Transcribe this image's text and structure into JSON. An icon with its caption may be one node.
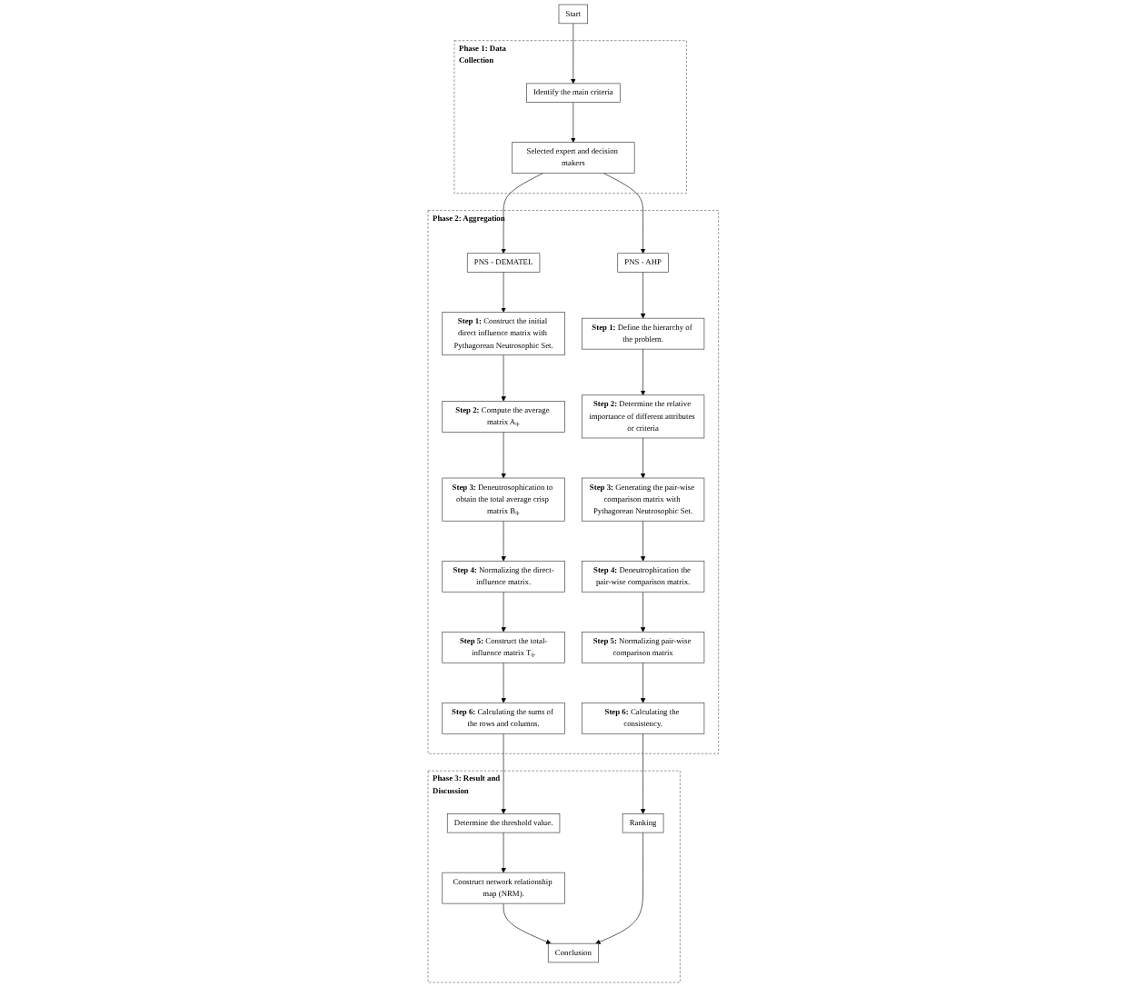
{
  "diagram": {
    "nodes": [
      {
        "text": [
          "Start"
        ]
      },
      {
        "text": [
          "Phase 1: Data Collection"
        ]
      },
      {
        "text": [
          "Identify the main criteria"
        ],
        "in": 1
      },
      {
        "text": [
          "Selected expert and decision makers"
        ],
        "in": 1
      },
      {
        "text": [
          "Phase 2: Aggregation"
        ]
      },
      {
        "text": [
          "PNS - DEMATEL"
        ],
        "in": 4
      },
      {
        "text": [
          "PNS - AHP"
        ],
        "in": 4
      },
      {
        "text": [
          "**Step 1:** Construct the initial direct influence matrix with Pythagorean Neutrosophic Set."
        ],
        "in": 4
      },
      {
        "text": [
          "**Step 2:** Compute the average matrix Aᵢⱼ."
        ],
        "in": 4
      },
      {
        "text": [
          "**Step 3:** Deneutrosophication to obtain the total average crisp matrix Bᵢⱼ."
        ],
        "in": 4
      },
      {
        "text": [
          "**Step 4:** Normalizing the direct-influence matrix."
        ],
        "in": 4
      },
      {
        "text": [
          "**Step 5:** Construct the total-influence matrix Tᵢⱼ."
        ],
        "in": 4
      },
      {
        "text": [
          "**Step 6:** Calculating the sums of the rows and columns."
        ],
        "in": 4
      },
      {
        "text": [
          "**Step 1:** Define the hierarchy of the problem."
        ],
        "in": 4
      },
      {
        "text": [
          "**Step 2:** Determine the relative importance of different attributes or criteria"
        ],
        "in": 4
      },
      {
        "text": [
          "**Step 3:** Generating the pair-wise comparison matrix with Pythagorean Neutrosophic Set."
        ],
        "in": 4
      },
      {
        "text": [
          "**Step 4:** Deneutrophication the pair-wise comparison matrix."
        ],
        "in": 4
      },
      {
        "text": [
          "**Step 5:** Normalizing pair-wise comparison matrix"
        ],
        "in": 4
      },
      {
        "text": [
          "**Step 6:** Calculating the consistency."
        ],
        "in": 4
      },
      {
        "text": [
          "Phase 3: Result and Discussion"
        ]
      },
      {
        "text": [
          "Determine the threshold value."
        ],
        "in": 19
      },
      {
        "text": [
          "Ranking"
        ],
        "in": 19
      },
      {
        "text": [
          "Construct network relationship map (NRM)."
        ],
        "in": 19
      },
      {
        "text": [
          "Conclusion"
        ],
        "in": 19
      }
    ],
    "edges": [
      {
        "from": 0,
        "to": 2,
        "arrow": "to"
      },
      {
        "from": 2,
        "to": 3,
        "arrow": "to"
      },
      {
        "from": 3,
        "to": 5,
        "arrow": "to"
      },
      {
        "from": 3,
        "to": 6,
        "arrow": "to"
      },
      {
        "from": 5,
        "to": 7,
        "arrow": "to"
      },
      {
        "from": 7,
        "to": 8,
        "arrow": "to"
      },
      {
        "from": 8,
        "to": 9,
        "arrow": "to"
      },
      {
        "from": 9,
        "to": 10,
        "arrow": "to"
      },
      {
        "from": 10,
        "to": 11,
        "arrow": "to"
      },
      {
        "from": 11,
        "to": 12,
        "arrow": "to"
      },
      {
        "from": 6,
        "to": 13,
        "arrow": "to"
      },
      {
        "from": 13,
        "to": 14,
        "arrow": "to"
      },
      {
        "from": 14,
        "to": 15,
        "arrow": "to"
      },
      {
        "from": 15,
        "to": 16,
        "arrow": "to"
      },
      {
        "from": 16,
        "to": 17,
        "arrow": "to"
      },
      {
        "from": 17,
        "to": 18,
        "arrow": "to"
      },
      {
        "from": 12,
        "to": 20,
        "arrow": "to"
      },
      {
        "from": 20,
        "to": 22,
        "arrow": "to"
      },
      {
        "from": 18,
        "to": 21,
        "arrow": "to"
      },
      {
        "from": 22,
        "to": 23,
        "arrow": "to"
      },
      {
        "from": 21,
        "to": 23,
        "arrow": "to"
      }
    ]
  }
}
